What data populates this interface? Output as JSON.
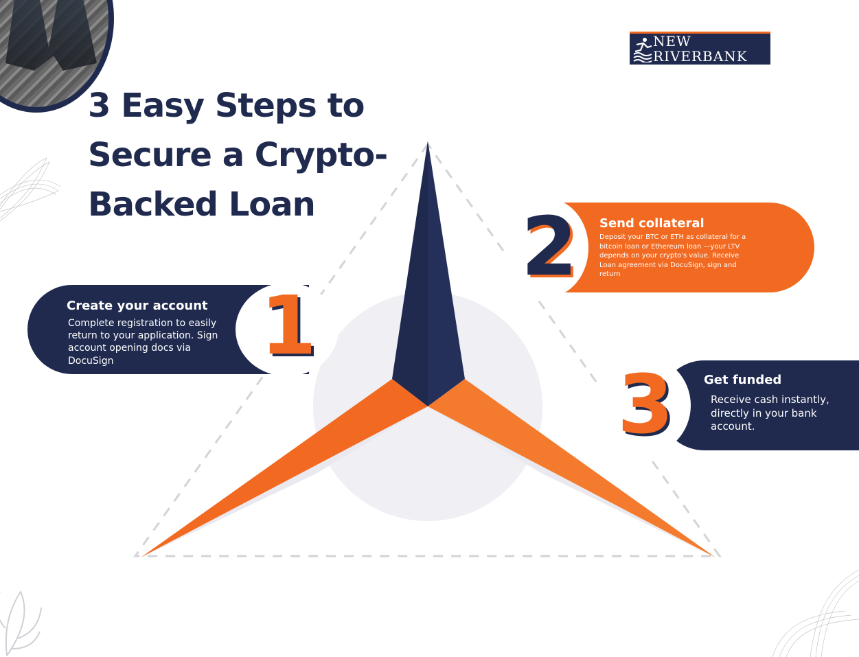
{
  "brand": {
    "logo_line1": "NEW",
    "logo_line2": "RIVERBANK",
    "navy": "#1f2a4e",
    "orange": "#f26a21"
  },
  "title": "3 Easy Steps to Secure a Crypto-Backed Loan",
  "steps": [
    {
      "number": "1",
      "title": "Create your account",
      "text": "Complete registration to easily return to your application. Sign account opening docs via DocuSign"
    },
    {
      "number": "2",
      "title": "Send collateral",
      "text": "Deposit your BTC or ETH as collateral for a bitcoin loan or Ethereum loan —your LTV depends on your crypto's value. Receive Loan agreement via DocuSign, sign and return"
    },
    {
      "number": "3",
      "title": "Get funded",
      "text": "Receive cash instantly, directly in your bank account."
    }
  ]
}
